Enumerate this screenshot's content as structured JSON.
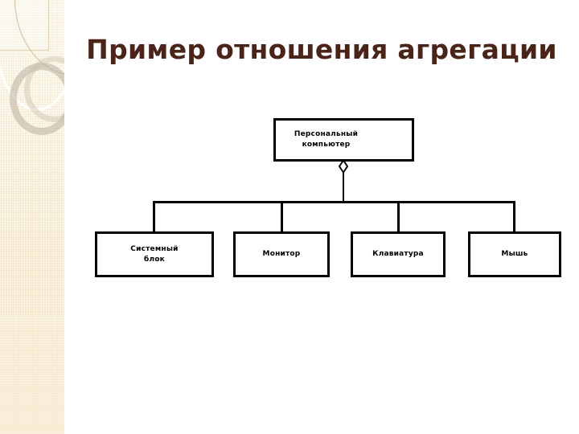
{
  "slide": {
    "title": "Пример отношения агрегации",
    "title_color": "#4a2418",
    "background_color": "#ffffff",
    "sidebar_color": "#f3e5c4"
  },
  "diagram": {
    "type": "uml-aggregation",
    "relationship_symbol": "hollow-diamond",
    "line_color": "#000000",
    "root": {
      "label": "Персональный компьютер",
      "line1": "Персональный",
      "line2": "компьютер"
    },
    "children": [
      {
        "label": "Системный блок",
        "line1": "Системный",
        "line2": "блок"
      },
      {
        "label": "Монитор",
        "line1": "Монитор",
        "line2": ""
      },
      {
        "label": "Клавиатура",
        "line1": "Клавиатура",
        "line2": ""
      },
      {
        "label": "Мышь",
        "line1": "Мышь",
        "line2": ""
      }
    ]
  }
}
